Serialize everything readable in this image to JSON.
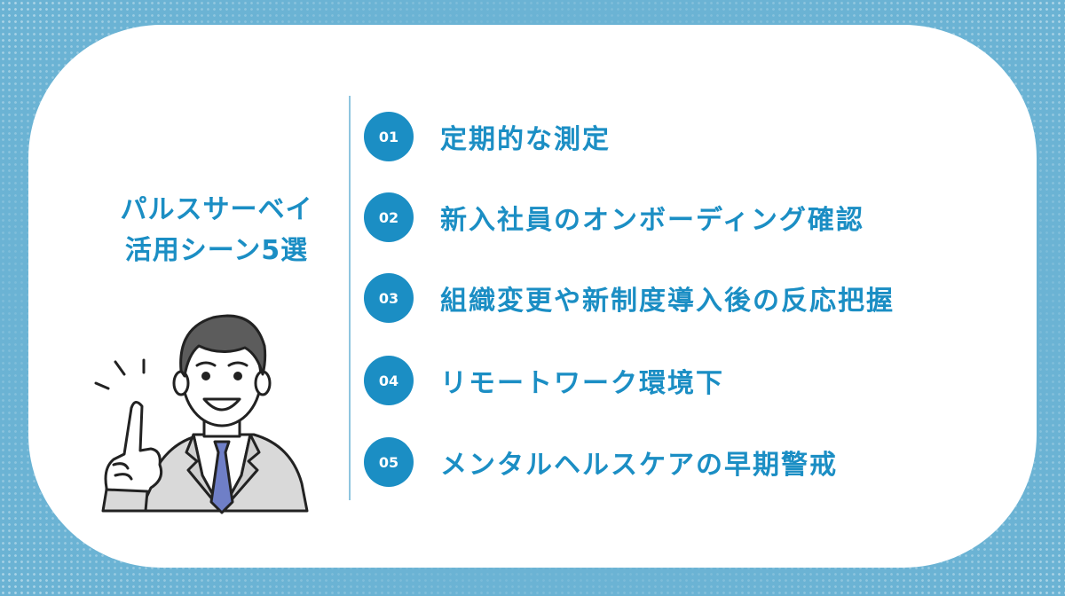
{
  "title": {
    "line1": "パルスサーベイ",
    "line2": "活用シーン5選"
  },
  "items": [
    {
      "num": "01",
      "label": "定期的な測定"
    },
    {
      "num": "02",
      "label": "新入社員のオンボーディング確認"
    },
    {
      "num": "03",
      "label": "組織変更や新制度導入後の反応把握"
    },
    {
      "num": "04",
      "label": "リモートワーク環境下"
    },
    {
      "num": "05",
      "label": "メンタルヘルスケアの早期警戒"
    }
  ],
  "colors": {
    "accent": "#1b8ec4",
    "background": "#6bb3d4",
    "card": "#ffffff"
  }
}
